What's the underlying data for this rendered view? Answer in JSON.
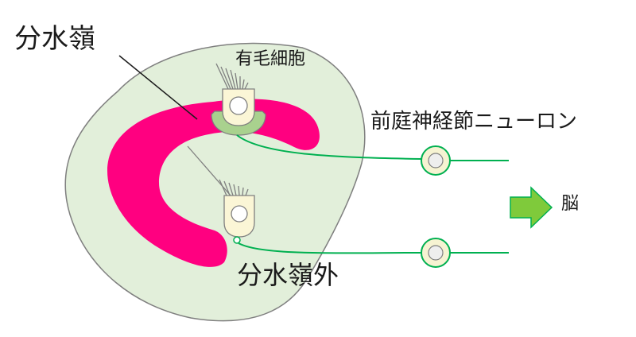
{
  "labels": {
    "striola": "分水嶺",
    "hair_cell": "有毛細胞",
    "vestibular_neuron": "前庭神経節ニューロン",
    "brain": "脳",
    "extrastriola": "分水嶺外"
  },
  "colors": {
    "background": "#ffffff",
    "macula_fill": "#e2efda",
    "macula_stroke": "#7f7f7f",
    "striola_fill": "#ff0080",
    "hair_cell_fill": "#fbf6d6",
    "hair_cell_stroke": "#7f7f7f",
    "calyx_fill": "#a9d18e",
    "nerve": "#00b050",
    "arrow_fill": "#7fca3b",
    "arrow_stroke": "#00b050",
    "ganglion_ring": "#f6f3d2",
    "text": "#1a1a1a"
  }
}
